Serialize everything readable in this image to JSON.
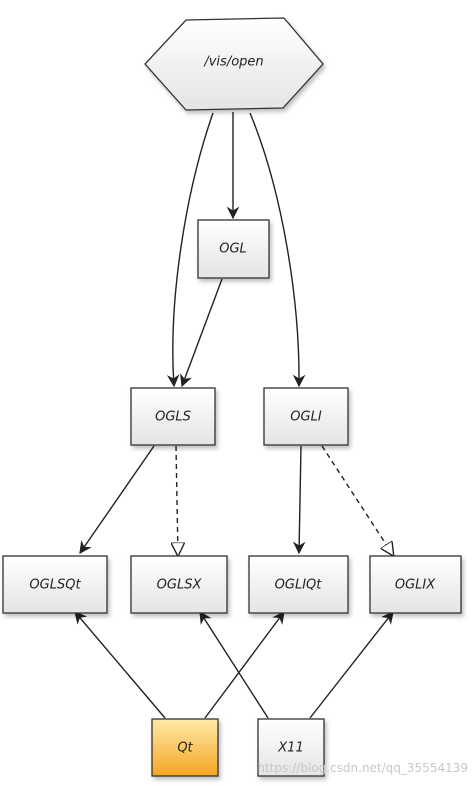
{
  "diagram": {
    "nodes": [
      {
        "id": "vis_open",
        "label": "/vis/open"
      },
      {
        "id": "ogl",
        "label": "OGL"
      },
      {
        "id": "ogls",
        "label": "OGLS"
      },
      {
        "id": "ogli",
        "label": "OGLI"
      },
      {
        "id": "oglsqt",
        "label": "OGLSQt"
      },
      {
        "id": "oglsx",
        "label": "OGLSX"
      },
      {
        "id": "ogliqt",
        "label": "OGLIQt"
      },
      {
        "id": "oglix",
        "label": "OGLIX"
      },
      {
        "id": "qt",
        "label": "Qt"
      },
      {
        "id": "x11",
        "label": "X11"
      }
    ],
    "edges": [
      {
        "from": "vis_open",
        "to": "ogl",
        "style": "solid"
      },
      {
        "from": "vis_open",
        "to": "ogls",
        "style": "solid"
      },
      {
        "from": "vis_open",
        "to": "ogli",
        "style": "solid"
      },
      {
        "from": "ogl",
        "to": "ogls",
        "style": "solid"
      },
      {
        "from": "ogls",
        "to": "oglsqt",
        "style": "solid"
      },
      {
        "from": "ogls",
        "to": "oglsx",
        "style": "dashed"
      },
      {
        "from": "ogli",
        "to": "ogliqt",
        "style": "solid"
      },
      {
        "from": "ogli",
        "to": "oglix",
        "style": "dashed"
      },
      {
        "from": "qt",
        "to": "oglsqt",
        "style": "solid"
      },
      {
        "from": "qt",
        "to": "ogliqt",
        "style": "solid"
      },
      {
        "from": "x11",
        "to": "oglsx",
        "style": "solid"
      },
      {
        "from": "x11",
        "to": "oglix",
        "style": "solid"
      }
    ],
    "colors": {
      "box_fill_top": "#ffffff",
      "box_fill_bottom": "#e4e4e4",
      "qt_fill_top": "#ffe9a8",
      "qt_fill_bottom": "#f5a623",
      "stroke": "#222222"
    }
  },
  "watermark": "https://blog.csdn.net/qq_35554139"
}
